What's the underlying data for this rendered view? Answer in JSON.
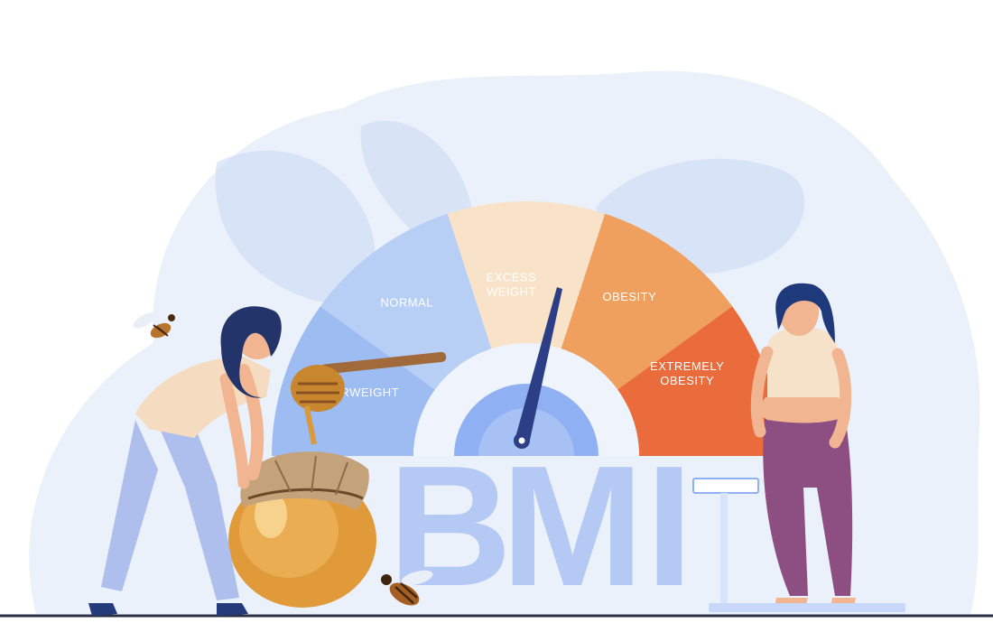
{
  "gauge": {
    "segments": [
      {
        "id": "underweight",
        "lines": [
          "UNDERWEIGHT"
        ],
        "color": "#9dbcf2"
      },
      {
        "id": "normal",
        "lines": [
          "NORMAL"
        ],
        "color": "#b7cff5"
      },
      {
        "id": "excess-weight",
        "lines": [
          "EXCESS",
          "WEIGHT"
        ],
        "color": "#f8e3c8"
      },
      {
        "id": "obesity",
        "lines": [
          "OBESITY"
        ],
        "color": "#ef9f5e"
      },
      {
        "id": "extremely-obesity",
        "lines": [
          "EXTREMELY",
          "OBESITY"
        ],
        "color": "#ea6b3b"
      }
    ]
  },
  "title": {
    "letters": [
      "B",
      "M",
      "I"
    ]
  },
  "colors": {
    "background_blob": "#eaf1fa",
    "needle": "#2c3f86",
    "leaf": "#c6d7f2",
    "honey": "#e09a3a"
  }
}
